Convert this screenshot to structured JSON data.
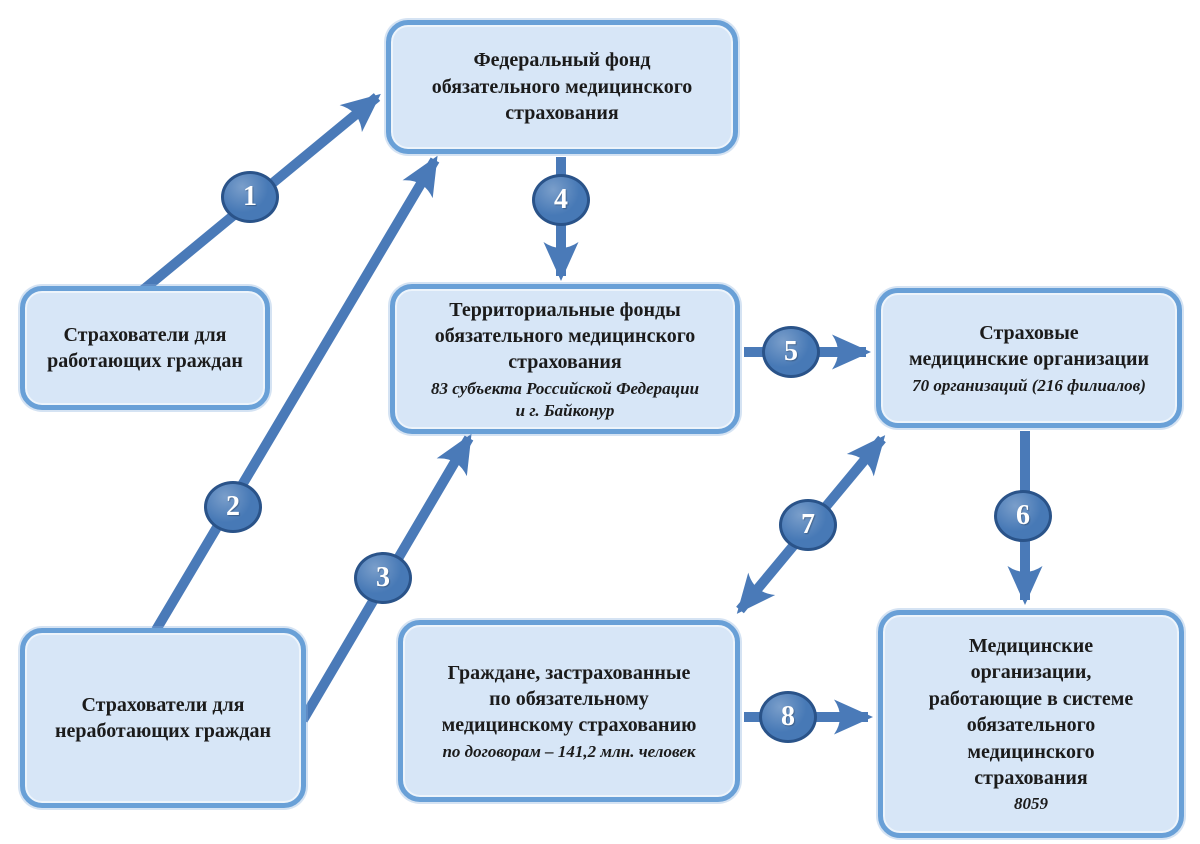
{
  "colors": {
    "box_fill": "#d7e6f7",
    "box_border": "#69a0d7",
    "arrow": "#4a7ab8",
    "badge_fill": "#4779b6",
    "badge_border": "#2a5389",
    "badge_text": "#ffffff",
    "text": "#1b1b1b",
    "bg": "#ffffff"
  },
  "boxes": {
    "federal_fund": {
      "title": "Федеральный фонд\nобязательного медицинского\nстрахования"
    },
    "insurers_working": {
      "title": "Страхователи для\nработающих граждан"
    },
    "territorial_funds": {
      "title": "Территориальные фонды\nобязательного медицинского\nстрахования",
      "subtitle": "83 субъекта Российской Федерации\nи г. Байконур"
    },
    "insurance_med_orgs": {
      "title": "Страховые\nмедицинские организации",
      "subtitle": "70 организаций (216 филиалов)"
    },
    "insurers_nonworking": {
      "title": "Страхователи для\nнеработающих граждан"
    },
    "insured_citizens": {
      "title": "Граждане, застрахованные\nпо обязательному\nмедицинскому страхованию",
      "subtitle": "по договорам – 141,2 млн. человек"
    },
    "medical_orgs": {
      "title": "Медицинские\nорганизации,\nработающие в системе\nобязательного\nмедицинского\nстрахования",
      "subtitle": "8059"
    }
  },
  "connectors": {
    "n1": {
      "label": "1",
      "from": "insurers_working",
      "to": "federal_fund",
      "bidirectional": false
    },
    "n2": {
      "label": "2",
      "from": "insurers_nonworking",
      "to": "federal_fund",
      "bidirectional": false
    },
    "n3": {
      "label": "3",
      "from": "insurers_nonworking",
      "to": "territorial_funds",
      "bidirectional": false
    },
    "n4": {
      "label": "4",
      "from": "federal_fund",
      "to": "territorial_funds",
      "bidirectional": false
    },
    "n5": {
      "label": "5",
      "from": "territorial_funds",
      "to": "insurance_med_orgs",
      "bidirectional": false
    },
    "n6": {
      "label": "6",
      "from": "insurance_med_orgs",
      "to": "medical_orgs",
      "bidirectional": false
    },
    "n7": {
      "label": "7",
      "from": "insurance_med_orgs",
      "to": "insured_citizens",
      "bidirectional": true
    },
    "n8": {
      "label": "8",
      "from": "insured_citizens",
      "to": "medical_orgs",
      "bidirectional": false
    }
  }
}
